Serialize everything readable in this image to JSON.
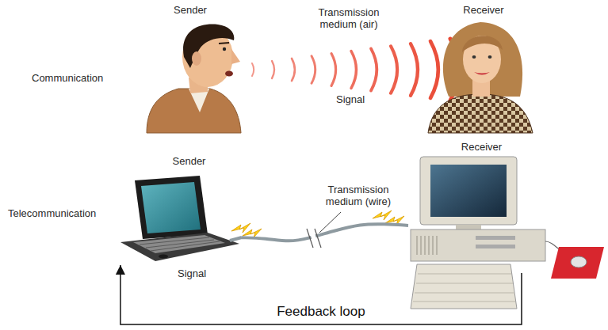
{
  "diagram": {
    "nodes": [
      {
        "text": [
          "Sender"
        ]
      },
      {
        "text": [
          "Receiver"
        ]
      },
      {
        "text": [
          "Sender"
        ]
      },
      {
        "text": [
          "Receiver"
        ]
      }
    ],
    "edges": [
      {
        "from": 2,
        "to": 3,
        "arrow": "none"
      },
      {
        "from": 3,
        "to": 2,
        "arrow": "to",
        "label": "Feedback loop"
      }
    ],
    "labels": [
      "Communication",
      "Transmission medium (air)",
      "Signal",
      "Telecommunication",
      "Transmission medium (wire)",
      "Signal"
    ]
  }
}
